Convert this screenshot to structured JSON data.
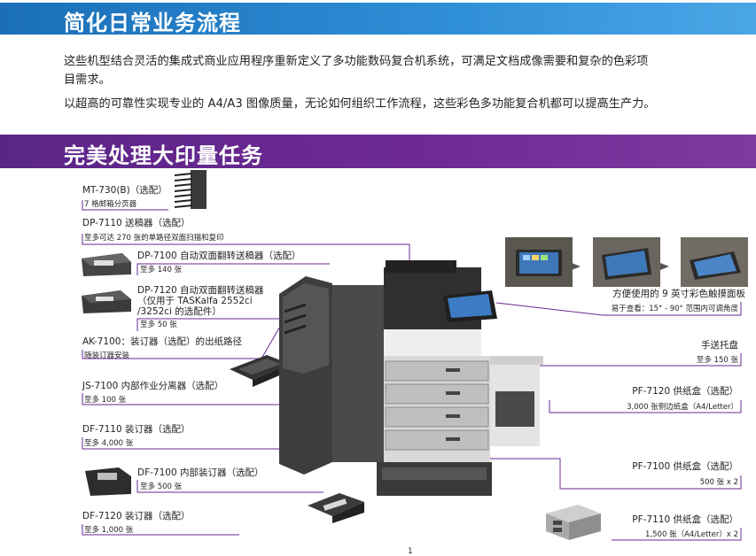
{
  "section1": {
    "title": "简化日常业务流程",
    "para1_line1": "这些机型结合灵活的集成式商业应用程序重新定义了多功能数码复合机系统，可满足文档成像需要和复杂的色彩项",
    "para1_line2": "目需求。",
    "para2": "以超高的可靠性实现专业的 A4/A3 图像质量，无论如何组织工作流程，这些彩色多功能复合机都可以提高生产力。"
  },
  "section2": {
    "title": "完美处理大印量任务"
  },
  "left_accessories": [
    {
      "name": "MT-730(B)（选配）",
      "detail": "7 格邮箱分页器"
    },
    {
      "name": "DP-7110 送稿器（选配）",
      "detail": "至多可达 270 张的单路径双面扫描和复印"
    },
    {
      "name": "DP-7100 自动双面翻转送稿器（选配）",
      "detail": "至多 140 张"
    },
    {
      "name_lines": [
        "DP-7120 自动双面翻转送稿器",
        "（仅用于 TASKalfa 2552ci",
        "/3252ci 的选配件）"
      ],
      "detail": "至多 50 张"
    },
    {
      "name": "AK-7100：装订器（选配）的出纸路径",
      "detail": "随装订器安装"
    },
    {
      "name": "JS-7100 内部作业分离器（选配）",
      "detail": "至多 100 张"
    },
    {
      "name": "DF-7110 装订器（选配）",
      "detail": "至多 4,000 张"
    },
    {
      "name": "DF-7100 内部装订器（选配）",
      "detail": "至多 500 张"
    },
    {
      "name": "DF-7120 装订器（选配）",
      "detail": "至多 1,000 张"
    }
  ],
  "right_accessories": [
    {
      "name": "方便使用的 9 英寸彩色触摸面板",
      "detail": "易于查看：15° - 90° 范围内可调角度"
    },
    {
      "name": "手送托盘",
      "detail": "至多 150 张"
    },
    {
      "name": "PF-7120 供纸盒（选配）",
      "detail": "3,000 张侧边纸盒（A4/Letter）"
    },
    {
      "name": "PF-7100 供纸盒（选配）",
      "detail": "500 张 x 2"
    },
    {
      "name": "PF-7110 供纸盒（选配）",
      "detail": "1,500 张（A4/Letter）x 2"
    }
  ],
  "page_number": "1",
  "colors": {
    "banner1": "#2a86cf",
    "banner2": "#6a2a91",
    "leader_line": "#6a2a91"
  }
}
